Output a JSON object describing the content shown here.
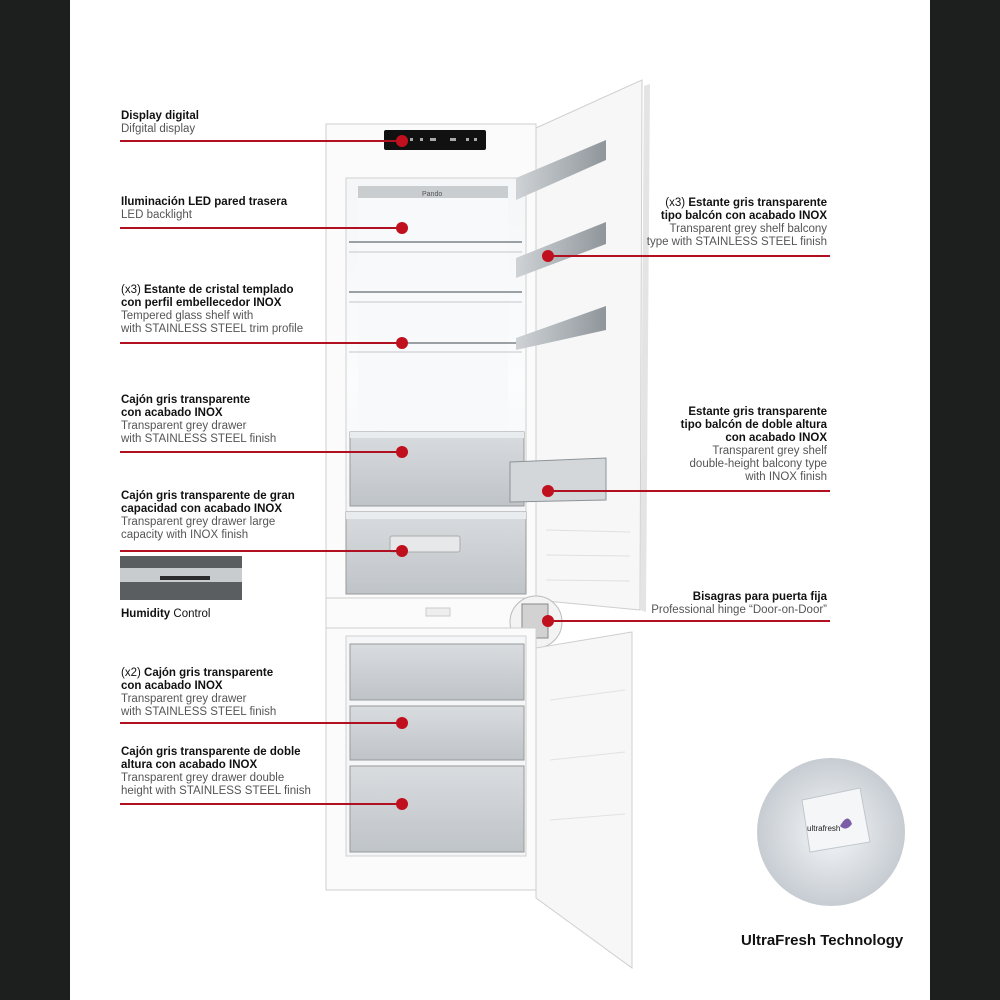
{
  "brand": {
    "logo_text": "Pando",
    "accent_color": "#c0101e"
  },
  "labels_left": [
    {
      "id": "display",
      "count": "",
      "title": "Display digital",
      "subtitle": [
        "Difgital display"
      ]
    },
    {
      "id": "led",
      "count": "",
      "title": "Iluminación LED pared trasera",
      "subtitle": [
        "LED backlight"
      ]
    },
    {
      "id": "glass-shelf",
      "count": "(x3)",
      "title": "Estante de cristal templado con perfil embellecedor INOX",
      "title_lines": [
        "Estante de cristal templado",
        "con perfil embellecedor INOX"
      ],
      "subtitle": [
        "Tempered glass shelf with",
        "with STAINLESS STEEL trim profile"
      ]
    },
    {
      "id": "drawer",
      "count": "",
      "title_lines": [
        "Cajón gris transparente",
        "con acabado INOX"
      ],
      "subtitle": [
        "Transparent grey drawer",
        "with STAINLESS STEEL finish"
      ]
    },
    {
      "id": "large-drawer",
      "count": "",
      "title_lines": [
        "Cajón gris transparente de gran",
        "capacidad con acabado INOX"
      ],
      "subtitle": [
        "Transparent grey drawer large",
        "capacity with INOX finish"
      ]
    },
    {
      "id": "freezer-drawers",
      "count": "(x2)",
      "title_lines": [
        "Cajón gris transparente",
        "con acabado INOX"
      ],
      "subtitle": [
        "Transparent grey drawer",
        "with STAINLESS STEEL finish"
      ]
    },
    {
      "id": "double-drawer",
      "count": "",
      "title_lines": [
        "Cajón gris transparente de doble",
        "altura con acabado INOX"
      ],
      "subtitle": [
        "Transparent grey drawer double",
        "height with STAINLESS STEEL finish"
      ]
    }
  ],
  "labels_right": [
    {
      "id": "balcony",
      "count": "(x3)",
      "title_lines": [
        "Estante gris transparente",
        "tipo balcón con acabado INOX"
      ],
      "subtitle": [
        "Transparent grey shelf balcony",
        "type with STAINLESS STEEL finish"
      ]
    },
    {
      "id": "double-balcony",
      "count": "",
      "title_lines": [
        "Estante gris transparente",
        "tipo balcón de doble altura",
        "con acabado INOX"
      ],
      "subtitle": [
        "Transparent grey shelf",
        "double-height balcony type",
        "with INOX finish"
      ]
    },
    {
      "id": "hinge",
      "count": "",
      "title_lines": [
        "Bisagras para puerta fija"
      ],
      "subtitle": [
        "Professional hinge “Door-on-Door”"
      ]
    }
  ],
  "humidity": {
    "bold": "Humidity",
    "rest": " Control"
  },
  "ultrafresh": {
    "badge_text": "ultrafresh",
    "caption": "UltraFresh Technology"
  }
}
